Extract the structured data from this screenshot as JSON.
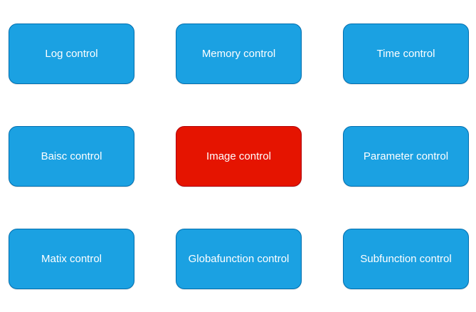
{
  "colors": {
    "background": "#ffffff",
    "blue_fill": "#1BA1E2",
    "blue_border": "#006EAF",
    "red_fill": "#E51400",
    "red_border": "#B20000",
    "text": "#ffffff"
  },
  "grid": {
    "buttons": [
      {
        "label": "Log control",
        "color": "blue"
      },
      {
        "label": "Memory control",
        "color": "blue"
      },
      {
        "label": "Time control",
        "color": "blue"
      },
      {
        "label": "Baisc control",
        "color": "blue"
      },
      {
        "label": "Image control",
        "color": "red"
      },
      {
        "label": "Parameter control",
        "color": "blue"
      },
      {
        "label": "Matix control",
        "color": "blue"
      },
      {
        "label": "Globafunction control",
        "color": "blue"
      },
      {
        "label": "Subfunction control",
        "color": "blue"
      }
    ]
  }
}
